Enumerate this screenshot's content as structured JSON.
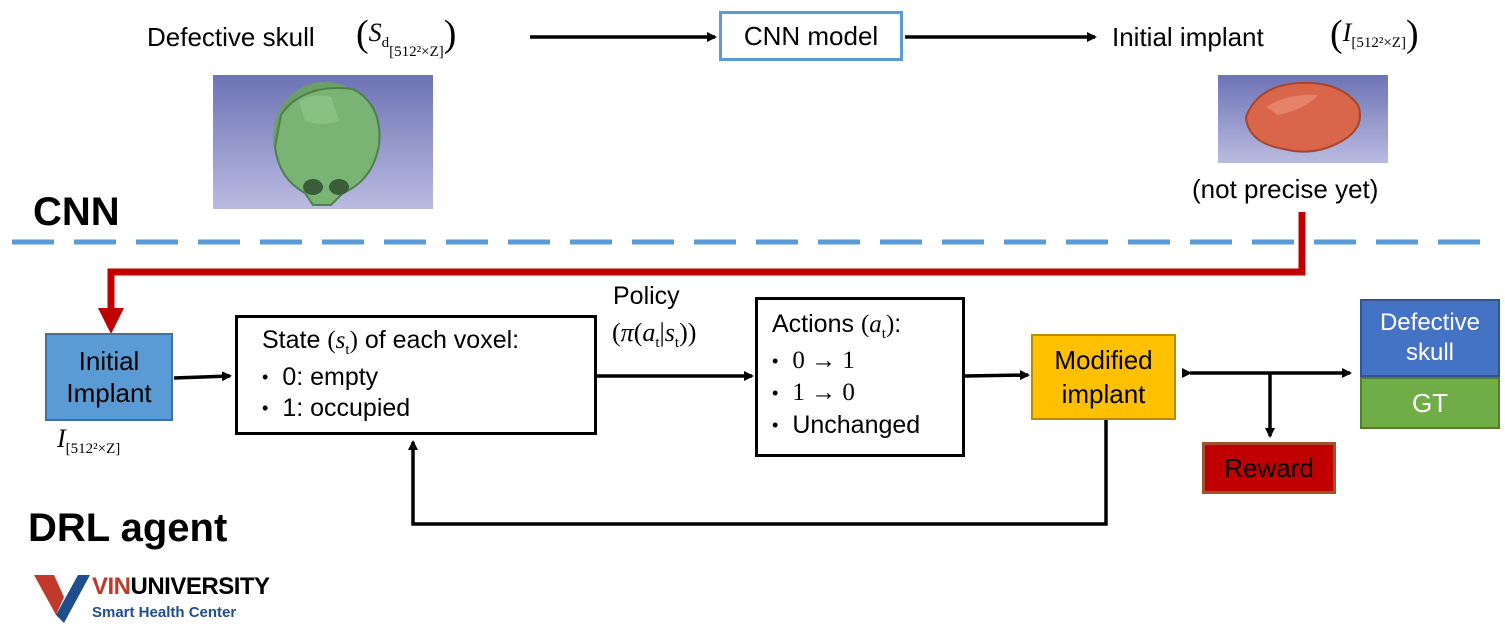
{
  "top_row": {
    "defective_skull_label": "Defective skull",
    "cnn_model_label": "CNN model",
    "initial_implant_label": "Initial implant",
    "not_precise_label": "(not precise yet)"
  },
  "sections": {
    "cnn_heading": "CNN",
    "drl_heading": "DRL agent"
  },
  "drl": {
    "initial_implant_box": [
      "Initial",
      "Implant"
    ],
    "state_box": {
      "title_prefix": "State",
      "title_suffix": "of each voxel:",
      "items": [
        "0: empty",
        "1: occupied"
      ]
    },
    "policy_label": "Policy",
    "actions_box": {
      "title": "Actions",
      "items": [
        "0 → 1",
        "1 → 0",
        "Unchanged"
      ]
    },
    "modified_implant_box": [
      "Modified",
      "implant"
    ],
    "defective_skull_box": [
      "Defective",
      "skull"
    ],
    "gt_box": "GT",
    "reward_box": "Reward"
  },
  "logo": {
    "name_bold": "VIN",
    "name_rest": "UNIVERSITY",
    "subtitle": "Smart Health Center"
  },
  "colors": {
    "blue_box": "#5b9bd5",
    "blue_dark": "#4472c4",
    "orange_box": "#ffc000",
    "green_box": "#70ad47",
    "red_box": "#c00000",
    "red_arrow": "#c00000",
    "dashed_line": "#5b9bd5",
    "logo_red": "#c0392b",
    "logo_blue": "#1f4e8c"
  }
}
